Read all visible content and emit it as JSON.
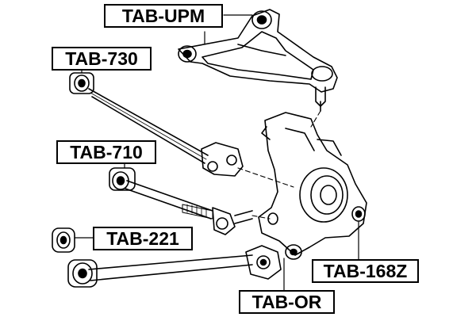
{
  "labels": {
    "tab_upm": "TAB-UPM",
    "tab_730": "TAB-730",
    "tab_710": "TAB-710",
    "tab_221": "TAB-221",
    "tab_168z": "TAB-168Z",
    "tab_or": "TAB-OR"
  },
  "colors": {
    "ink": "#000000",
    "background": "#ffffff"
  }
}
